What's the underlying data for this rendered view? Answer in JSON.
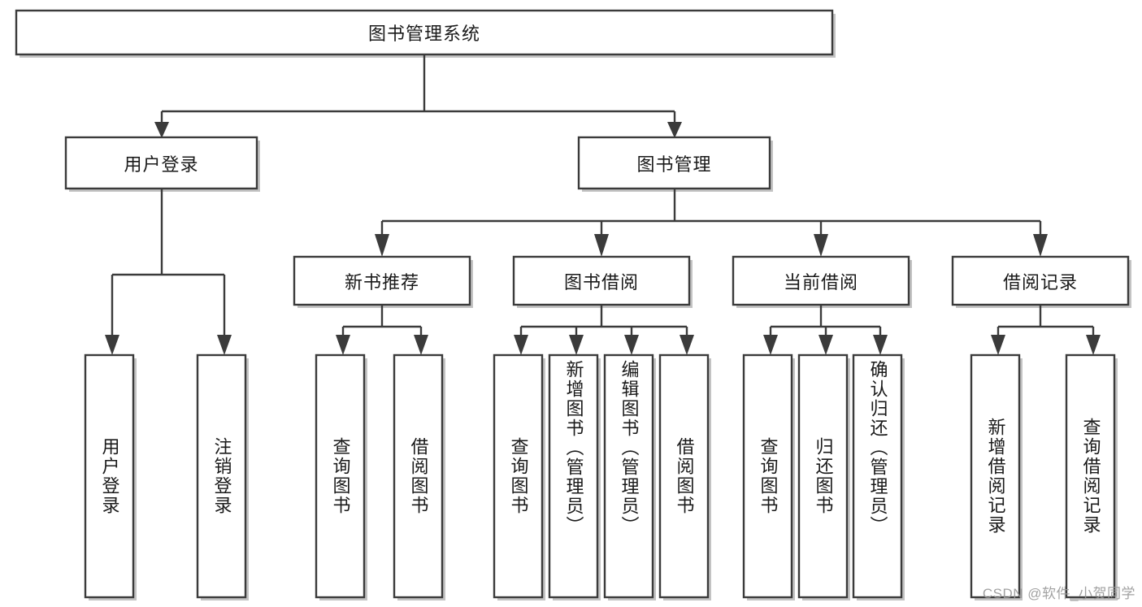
{
  "diagram": {
    "title": "图书管理系统",
    "type": "tree-hierarchy",
    "root": {
      "label": "图书管理系统"
    },
    "level1": [
      {
        "label": "用户登录"
      },
      {
        "label": "图书管理"
      }
    ],
    "level2": [
      {
        "label": "新书推荐"
      },
      {
        "label": "图书借阅"
      },
      {
        "label": "当前借阅"
      },
      {
        "label": "借阅记录"
      }
    ],
    "leaves": {
      "user_login": [
        {
          "label": "用户登录"
        },
        {
          "label": "注销登录"
        }
      ],
      "new_book_recommend": [
        {
          "label": "查询图书"
        },
        {
          "label": "借阅图书"
        }
      ],
      "book_borrow": [
        {
          "label": "查询图书"
        },
        {
          "label": "新增图书（管理员）"
        },
        {
          "label": "编辑图书（管理员）"
        },
        {
          "label": "借阅图书"
        }
      ],
      "current_borrow": [
        {
          "label": "查询图书"
        },
        {
          "label": "归还图书"
        },
        {
          "label": "确认归还（管理员）"
        }
      ],
      "borrow_record": [
        {
          "label": "新增借阅记录"
        },
        {
          "label": "查询借阅记录"
        }
      ]
    }
  },
  "watermark": {
    "text": "CSDN @软件_小贺同学"
  },
  "colors": {
    "stroke": "#3b3b3b",
    "fill": "#ffffff",
    "text": "#1a1a1a",
    "watermark": "#9a9a9a",
    "shadow": "#b9b9b9"
  }
}
